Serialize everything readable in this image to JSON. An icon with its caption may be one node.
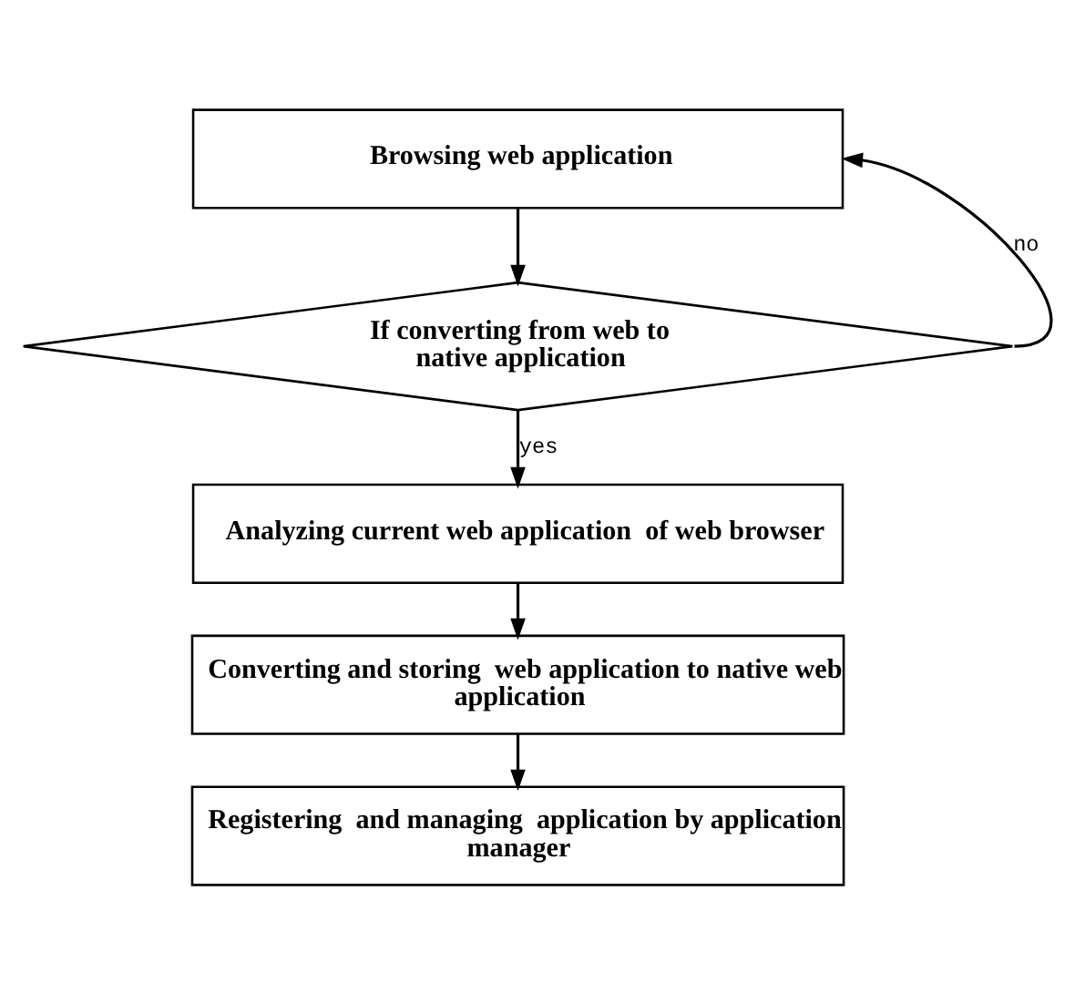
{
  "diagram": {
    "nodes": [
      {
        "text": [
          "Browsing web application"
        ]
      },
      {
        "text": [
          "If converting from web to native application"
        ]
      },
      {
        "text": [
          "Analyzing current web application  of web browser"
        ]
      },
      {
        "text": [
          "Converting and storing  web application to native web application"
        ]
      },
      {
        "text": [
          "Registering  and managing  application by application manager"
        ]
      }
    ],
    "edges": [
      {
        "from": 0,
        "to": 1,
        "arrow": "to"
      },
      {
        "from": 1,
        "to": 2,
        "arrow": "to",
        "label": "yes"
      },
      {
        "from": 2,
        "to": 3,
        "arrow": "to"
      },
      {
        "from": 3,
        "to": 4,
        "arrow": "to"
      },
      {
        "from": 1,
        "to": 0,
        "arrow": "to",
        "label": "no"
      }
    ]
  }
}
